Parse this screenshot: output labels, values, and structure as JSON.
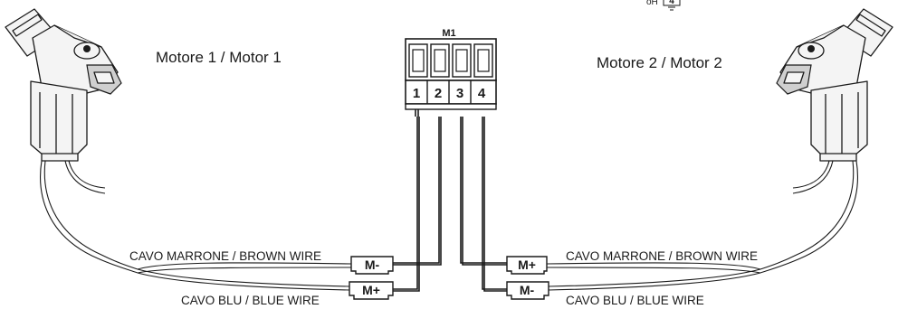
{
  "terminal_block": {
    "title": "M1",
    "terminals": [
      "1",
      "2",
      "3",
      "4"
    ]
  },
  "motor1": {
    "title": "Motore 1 / Motor 1",
    "top_wire_label": "CAVO MARRONE / BROWN WIRE",
    "bottom_wire_label": "CAVO BLU / BLUE WIRE",
    "top_polarity": "M-",
    "bottom_polarity": "M+"
  },
  "motor2": {
    "title": "Motore 2 / Motor 2",
    "top_wire_label": "CAVO MARRONE / BROWN WIRE",
    "bottom_wire_label": "CAVO BLU / BLUE WIRE",
    "top_polarity": "M+",
    "bottom_polarity": "M-"
  },
  "cropped_fragment": "4"
}
